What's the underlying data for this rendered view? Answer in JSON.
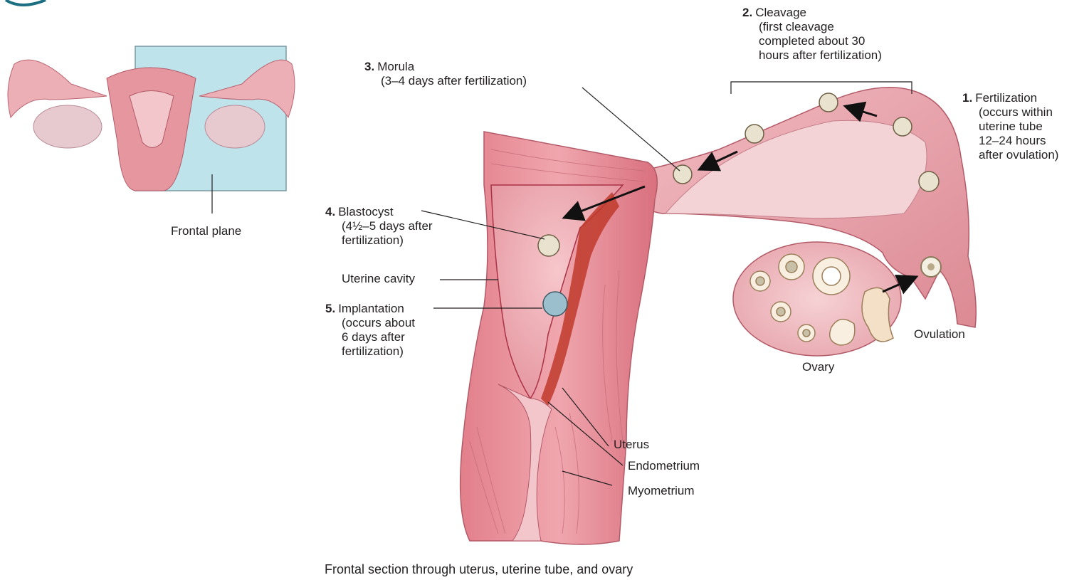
{
  "inset": {
    "label": "Frontal plane"
  },
  "labels": {
    "fertilization": {
      "num": "1.",
      "lines": [
        "Fertilization",
        "(occurs within",
        "uterine tube",
        "12–24 hours",
        "after ovulation)"
      ]
    },
    "cleavage": {
      "num": "2.",
      "lines": [
        "Cleavage",
        "(first cleavage",
        "completed about 30",
        "hours after fertilization)"
      ]
    },
    "morula": {
      "num": "3.",
      "lines": [
        "Morula",
        "(3–4 days after fertilization)"
      ]
    },
    "blastocyst": {
      "num": "4.",
      "lines": [
        "Blastocyst",
        "(4½–5 days after",
        "fertilization)"
      ]
    },
    "implantation": {
      "num": "5.",
      "lines": [
        "Implantation",
        "(occurs about",
        "6 days after",
        "fertilization)"
      ]
    },
    "uterine_cavity": "Uterine cavity",
    "ovulation": "Ovulation",
    "ovary": "Ovary",
    "uterus": "Uterus",
    "endometrium": "Endometrium",
    "myometrium": "Myometrium"
  },
  "caption": "Frontal section through uterus, uterine tube, and ovary",
  "colors": {
    "tissue": "#e9a2ab",
    "dark_tissue": "#c0392b",
    "light_tissue": "#f3c6cb",
    "plane": "#bfe3ea",
    "cell": "#e8e2cf",
    "arrow": "#111111"
  }
}
